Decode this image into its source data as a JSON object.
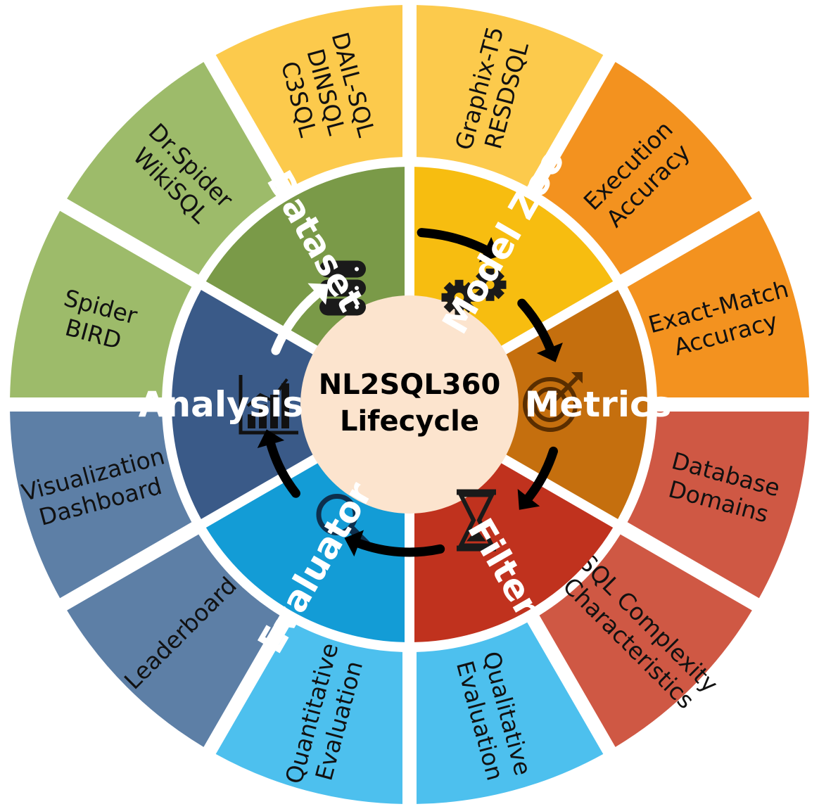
{
  "title_line1": "NL2SQL360",
  "title_line2": "Lifecycle",
  "stages": [
    {
      "key": "dataset",
      "label": "Dataset",
      "icon": "database-icon",
      "color": "#7A9A48",
      "outer_color": "#9DBB6A"
    },
    {
      "key": "model-zoo",
      "label": "Model Zoo",
      "icon": "gears-icon",
      "color": "#F7BD10",
      "outer_color": "#FCCA4C"
    },
    {
      "key": "metrics",
      "label": "Metrics",
      "icon": "target-icon",
      "color": "#C56F0E",
      "outer_color": "#F3921F"
    },
    {
      "key": "filter",
      "label": "Filter",
      "icon": "hourglass-icon",
      "color": "#C0321E",
      "outer_color": "#CF5844"
    },
    {
      "key": "evaluator",
      "label": "Evaluator",
      "icon": "magnifier-icon",
      "color": "#139CD6",
      "outer_color": "#4DC0EE"
    },
    {
      "key": "analysis",
      "label": "Analysis",
      "icon": "bar-chart-icon",
      "color": "#3A5A88",
      "outer_color": "#5D7FA6"
    }
  ],
  "outer_items": [
    {
      "stage": "dataset",
      "lines": [
        "Spider",
        "BIRD"
      ]
    },
    {
      "stage": "dataset",
      "lines": [
        "Dr.Spider",
        "WikiSQL"
      ]
    },
    {
      "stage": "model-zoo",
      "lines": [
        "DAIL-SQL",
        "DINSQL",
        "C3SQL"
      ]
    },
    {
      "stage": "model-zoo",
      "lines": [
        "Graphix-T5",
        "RESDSQL"
      ]
    },
    {
      "stage": "metrics",
      "lines": [
        "Execution",
        "Accuracy"
      ]
    },
    {
      "stage": "metrics",
      "lines": [
        "Exact-Match",
        "Accuracy"
      ]
    },
    {
      "stage": "filter",
      "lines": [
        "Database",
        "Domains"
      ]
    },
    {
      "stage": "filter",
      "lines": [
        "SQL Complexity",
        "Characteristics"
      ]
    },
    {
      "stage": "evaluator",
      "lines": [
        "Qualitative",
        "Evaluation"
      ]
    },
    {
      "stage": "evaluator",
      "lines": [
        "Quantitative",
        "Evaluation"
      ]
    },
    {
      "stage": "analysis",
      "lines": [
        "Leaderboard"
      ]
    },
    {
      "stage": "analysis",
      "lines": [
        "Visualization",
        "Dashboard"
      ]
    }
  ],
  "colors": {
    "center": "#FCE4CE",
    "arrow": "#000000",
    "analysis_arrow": "#FFFFFF"
  }
}
